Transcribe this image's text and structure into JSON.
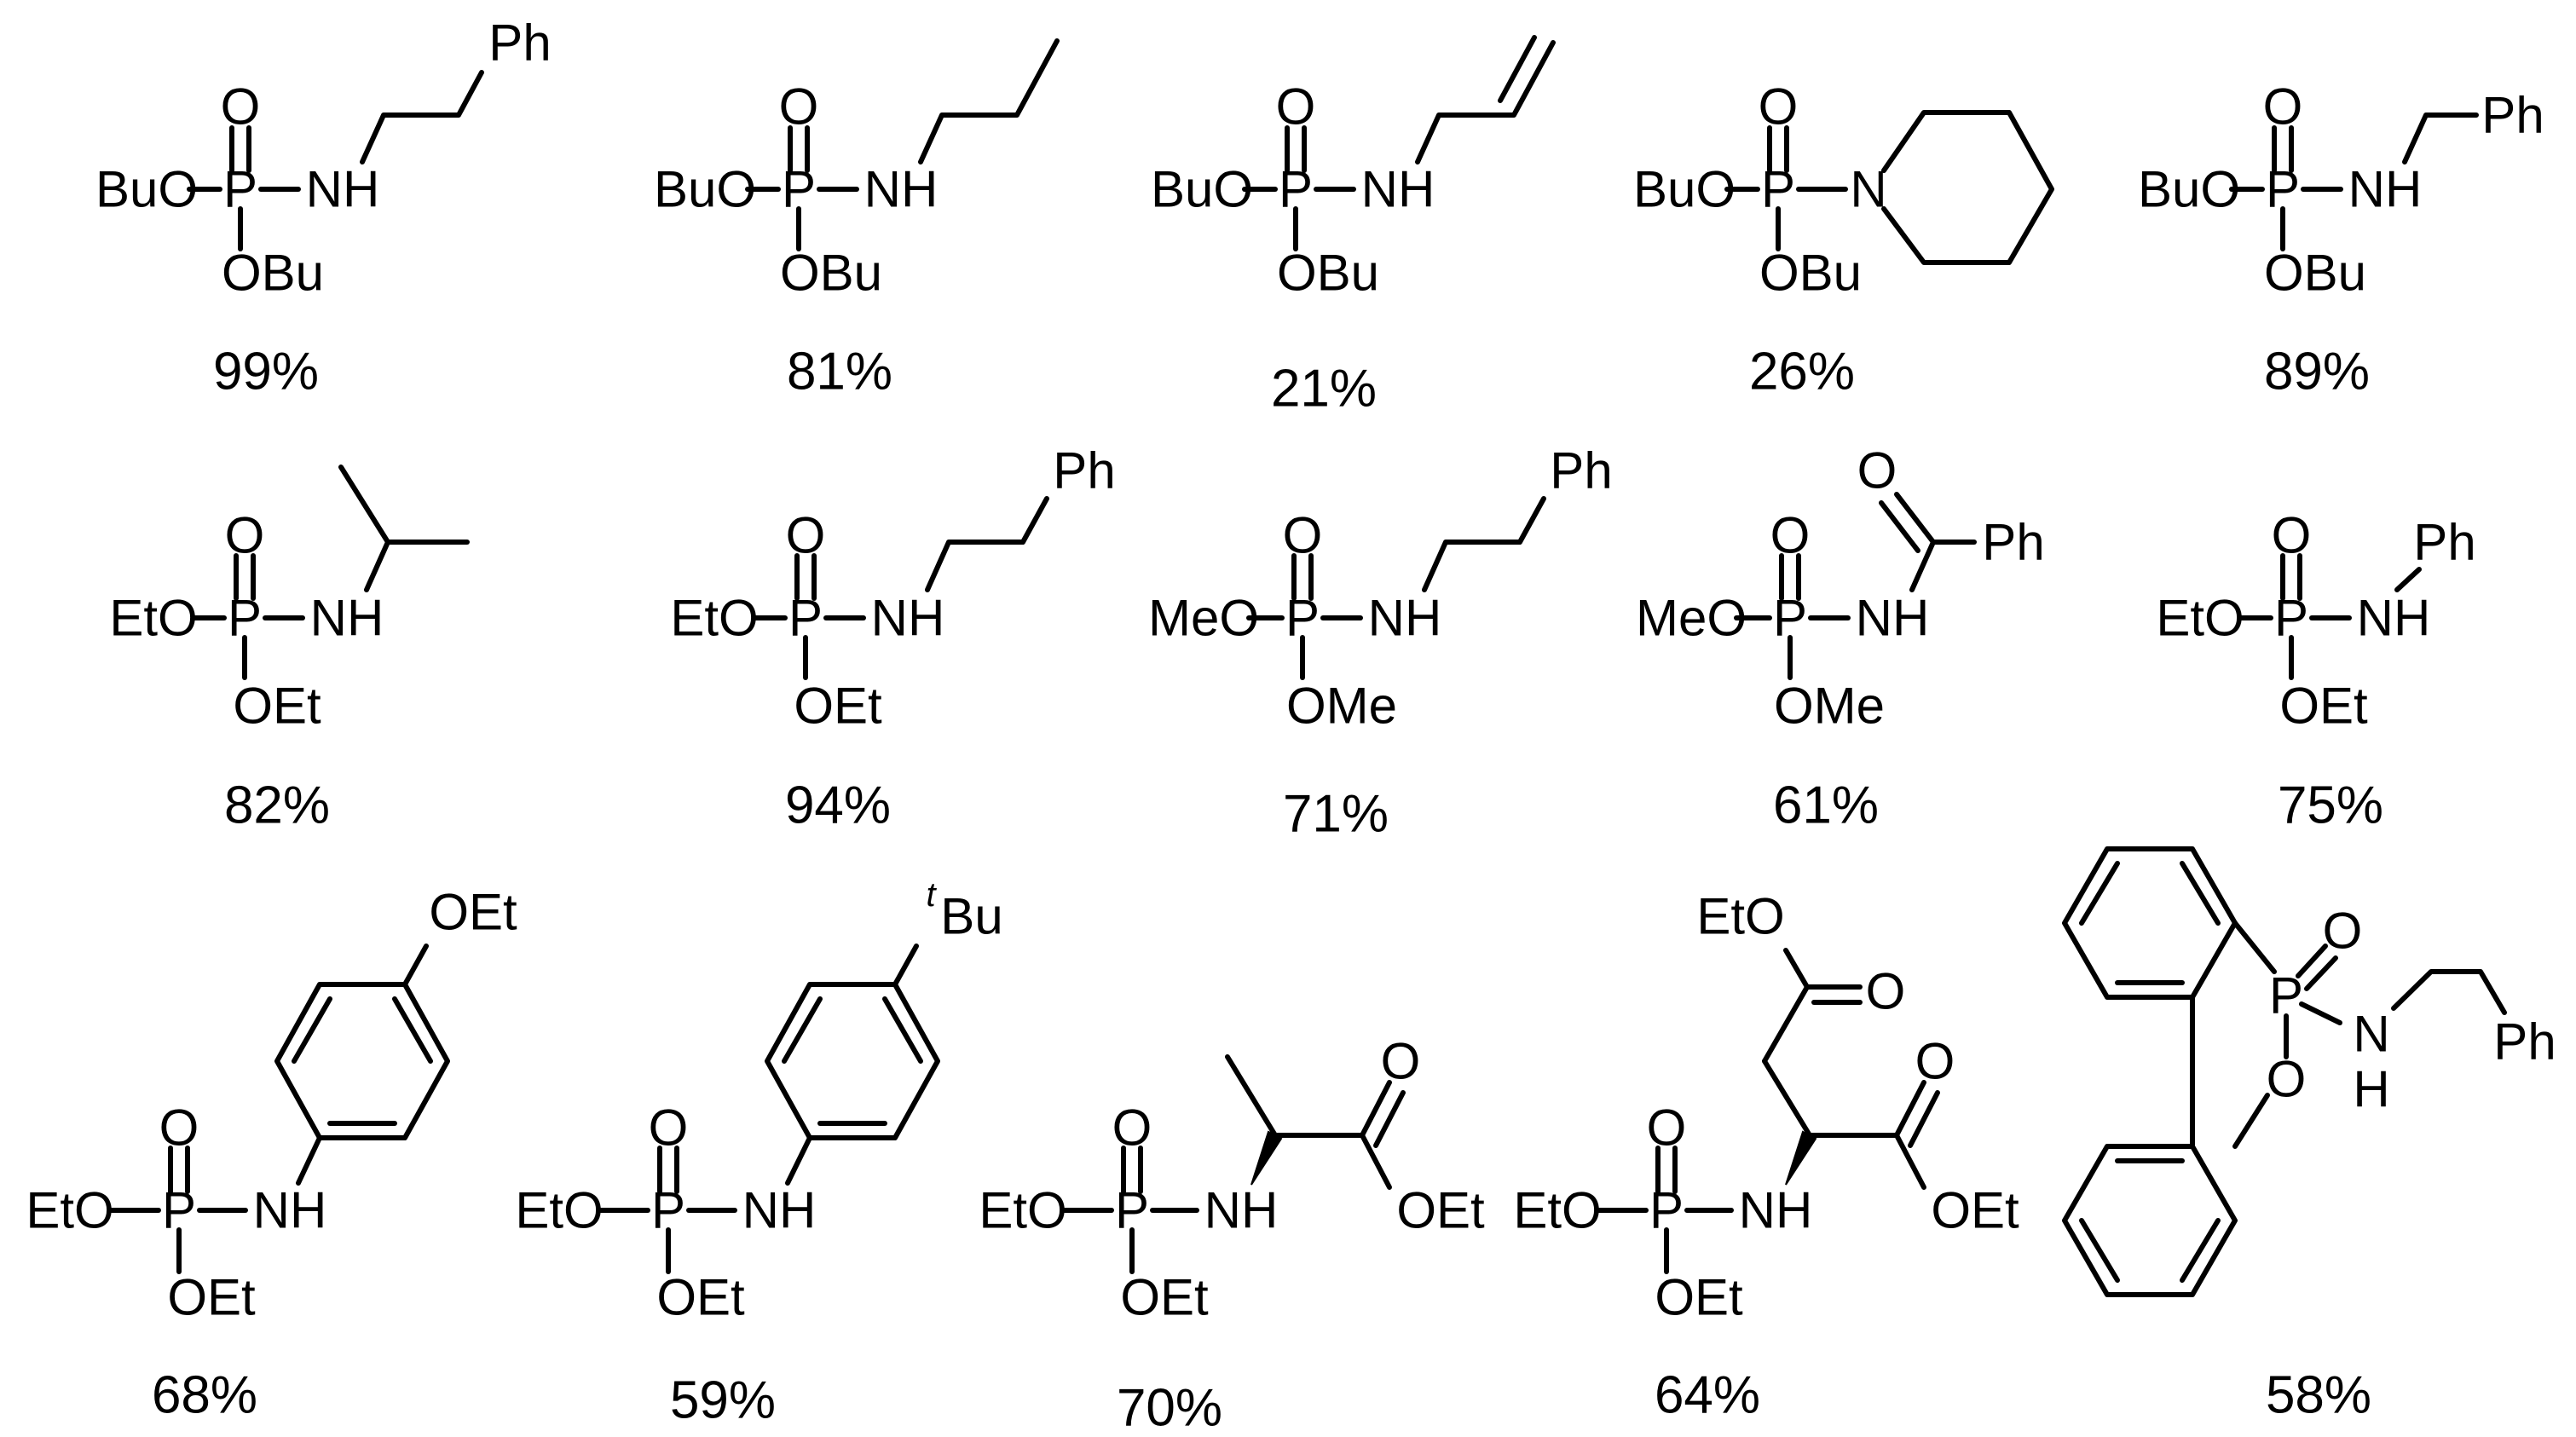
{
  "compounds": [
    {
      "row": 1,
      "col": 1,
      "yield": "99%",
      "labels": {
        "O_top": "O",
        "P": "P",
        "left": "BuO",
        "bottom": "OBu",
        "N": "NH",
        "tail": "Ph"
      }
    },
    {
      "row": 1,
      "col": 2,
      "yield": "81%",
      "labels": {
        "O_top": "O",
        "P": "P",
        "left": "BuO",
        "bottom": "OBu",
        "N": "NH"
      }
    },
    {
      "row": 1,
      "col": 3,
      "yield": "21%",
      "labels": {
        "O_top": "O",
        "P": "P",
        "left": "BuO",
        "bottom": "OBu",
        "N": "NH"
      }
    },
    {
      "row": 1,
      "col": 4,
      "yield": "26%",
      "labels": {
        "O_top": "O",
        "P": "P",
        "left": "BuO",
        "bottom": "OBu",
        "N": "N"
      }
    },
    {
      "row": 1,
      "col": 5,
      "yield": "89%",
      "labels": {
        "O_top": "O",
        "P": "P",
        "left": "BuO",
        "bottom": "OBu",
        "N": "NH",
        "tail": "Ph"
      }
    },
    {
      "row": 2,
      "col": 1,
      "yield": "82%",
      "labels": {
        "O_top": "O",
        "P": "P",
        "left": "EtO",
        "bottom": "OEt",
        "N": "NH"
      }
    },
    {
      "row": 2,
      "col": 2,
      "yield": "94%",
      "labels": {
        "O_top": "O",
        "P": "P",
        "left": "EtO",
        "bottom": "OEt",
        "N": "NH",
        "tail": "Ph"
      }
    },
    {
      "row": 2,
      "col": 3,
      "yield": "71%",
      "labels": {
        "O_top": "O",
        "P": "P",
        "left": "MeO",
        "bottom": "OMe",
        "N": "NH",
        "tail": "Ph"
      }
    },
    {
      "row": 2,
      "col": 4,
      "yield": "61%",
      "labels": {
        "O_top": "O",
        "P": "P",
        "left": "MeO",
        "bottom": "OMe",
        "N": "NH",
        "carbonyl_O": "O",
        "tail": "Ph"
      }
    },
    {
      "row": 2,
      "col": 5,
      "yield": "75%",
      "labels": {
        "O_top": "O",
        "P": "P",
        "left": "EtO",
        "bottom": "OEt",
        "N": "NH",
        "tail": "Ph"
      }
    },
    {
      "row": 3,
      "col": 1,
      "yield": "68%",
      "labels": {
        "O_top": "O",
        "P": "P",
        "left": "EtO",
        "bottom": "OEt",
        "N": "NH",
        "para": "OEt"
      }
    },
    {
      "row": 3,
      "col": 2,
      "yield": "59%",
      "labels": {
        "O_top": "O",
        "P": "P",
        "left": "EtO",
        "bottom": "OEt",
        "N": "NH",
        "para_sup": "t",
        "para": "Bu"
      }
    },
    {
      "row": 3,
      "col": 3,
      "yield": "70%",
      "labels": {
        "O_top": "O",
        "P": "P",
        "left": "EtO",
        "bottom": "OEt",
        "N": "NH",
        "ester_O": "O",
        "ester_OR": "OEt"
      }
    },
    {
      "row": 3,
      "col": 4,
      "yield": "64%",
      "labels": {
        "O_top": "O",
        "P": "P",
        "left": "EtO",
        "bottom": "OEt",
        "N": "NH",
        "ester_O": "O",
        "ester_OR": "OEt",
        "side_OR": "EtO",
        "side_O": "O"
      }
    },
    {
      "row": 3,
      "col": 5,
      "yield": "58%",
      "labels": {
        "P": "P",
        "P_O": "O",
        "ring_O": "O",
        "N": "N",
        "H": "H",
        "tail": "Ph"
      }
    }
  ]
}
